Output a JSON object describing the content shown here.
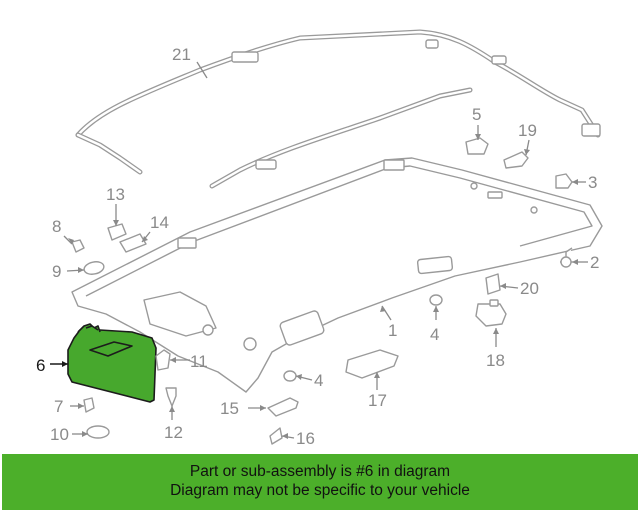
{
  "diagram": {
    "highlighted_part": "6",
    "callouts": [
      {
        "id": "1",
        "label": "1"
      },
      {
        "id": "2",
        "label": "2"
      },
      {
        "id": "3",
        "label": "3"
      },
      {
        "id": "4a",
        "label": "4"
      },
      {
        "id": "4b",
        "label": "4"
      },
      {
        "id": "5",
        "label": "5"
      },
      {
        "id": "6",
        "label": "6"
      },
      {
        "id": "7",
        "label": "7"
      },
      {
        "id": "8",
        "label": "8"
      },
      {
        "id": "9",
        "label": "9"
      },
      {
        "id": "10",
        "label": "10"
      },
      {
        "id": "11",
        "label": "11"
      },
      {
        "id": "12",
        "label": "12"
      },
      {
        "id": "13",
        "label": "13"
      },
      {
        "id": "14",
        "label": "14"
      },
      {
        "id": "15",
        "label": "15"
      },
      {
        "id": "16",
        "label": "16"
      },
      {
        "id": "17",
        "label": "17"
      },
      {
        "id": "18",
        "label": "18"
      },
      {
        "id": "19",
        "label": "19"
      },
      {
        "id": "20",
        "label": "20"
      },
      {
        "id": "21",
        "label": "21"
      }
    ]
  },
  "banner": {
    "line1": "Part or sub-assembly is #6 in diagram",
    "line2": "Diagram may not be specific to your vehicle",
    "color": "#4caf2a"
  },
  "colors": {
    "highlight": "#47a82d",
    "outline": "#9a9a9a"
  }
}
